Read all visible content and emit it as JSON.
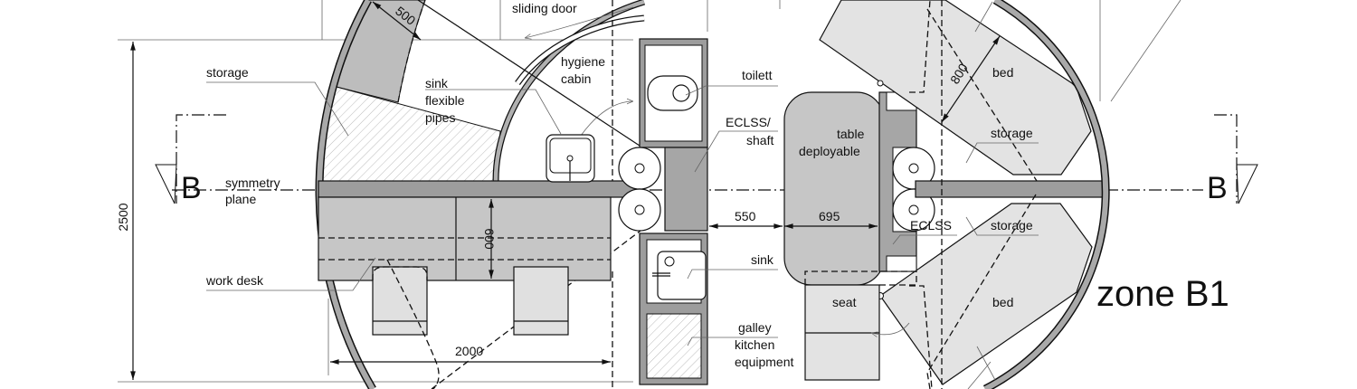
{
  "title": "Habitat module floor plan - zone B1",
  "zone_label": "zone B1",
  "section_marks": {
    "left": "B",
    "right": "B"
  },
  "labels": {
    "sliding_door": "sliding door",
    "storage_left": "storage",
    "sink_pipes": [
      "sink",
      "flexible",
      "pipes"
    ],
    "hygiene_cabin": [
      "hygiene",
      "cabin"
    ],
    "toilet": "toilett",
    "eclss_shaft": [
      "ECLSS/",
      "shaft"
    ],
    "symmetry_plane": [
      "symmetry",
      "plane"
    ],
    "work_desk": "work desk",
    "sink": "sink",
    "galley": [
      "galley",
      "kitchen",
      "equipment"
    ],
    "table": [
      "table",
      "deployable"
    ],
    "eclss": "ECLSS",
    "bed_top": "bed",
    "storage_top": "storage",
    "storage_bottom": "storage",
    "bed_bottom": "bed",
    "seat": "seat"
  },
  "dimensions": {
    "band_width": "500",
    "height": "2500",
    "desk_depth": "600",
    "desk_length": "2000",
    "aisle": "550",
    "table_width": "695",
    "bed_width": "800"
  },
  "colors": {
    "wall": "#a9a9a9",
    "furniture": "#c9c9c9",
    "bed": "#e3e3e3",
    "shaft": "#a6a6a6"
  }
}
